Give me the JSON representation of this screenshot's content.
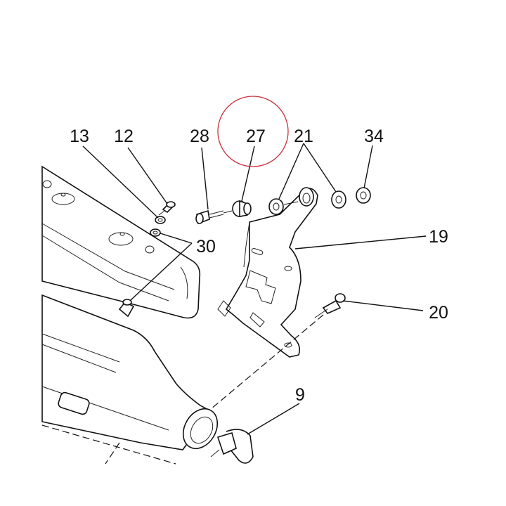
{
  "diagram": {
    "callouts": {
      "c13": "13",
      "c12": "12",
      "c28": "28",
      "c27": "27",
      "c21": "21",
      "c34": "34",
      "c19": "19",
      "c30": "30",
      "c20": "20",
      "c9": "9"
    },
    "highlight_color": "#c8323c",
    "line_color": "#111111"
  }
}
